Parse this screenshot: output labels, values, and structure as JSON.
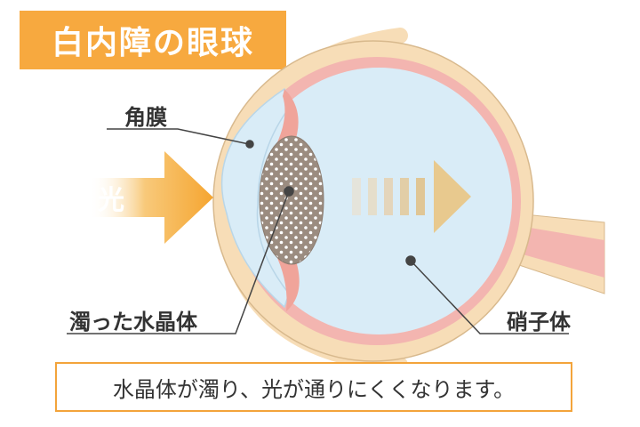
{
  "title": "白内障の眼球",
  "labels": {
    "cornea": "角膜",
    "light": "光",
    "cloudy_lens": "濁った水晶体",
    "vitreous": "硝子体"
  },
  "caption": "水晶体が濁り、光が通りにくくなります。",
  "colors": {
    "title_bg": "#f7a93f",
    "arrow": "#f5a530",
    "sclera": "#f7ddb7",
    "choroid": "#f3b5b0",
    "vitreous": "#d9ecf7",
    "lens": "#9b8c80"
  }
}
